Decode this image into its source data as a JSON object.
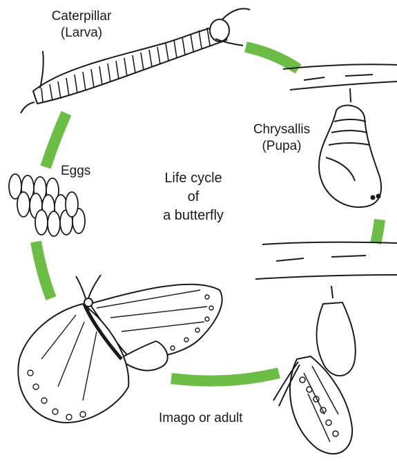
{
  "title": {
    "line1": "Life cycle",
    "line2": "of",
    "line3": "a butterfly"
  },
  "stages": {
    "caterpillar": {
      "line1": "Caterpillar",
      "line2": "(Larva)"
    },
    "chrysalis": {
      "line1": "Chrysallis",
      "line2": "(Pupa)"
    },
    "eggs": {
      "label": "Eggs"
    },
    "adult": {
      "label": "Imago or adult"
    }
  },
  "colors": {
    "arrow": "#6cbd45",
    "ink": "#1a1a1a",
    "background": "#ffffff"
  }
}
